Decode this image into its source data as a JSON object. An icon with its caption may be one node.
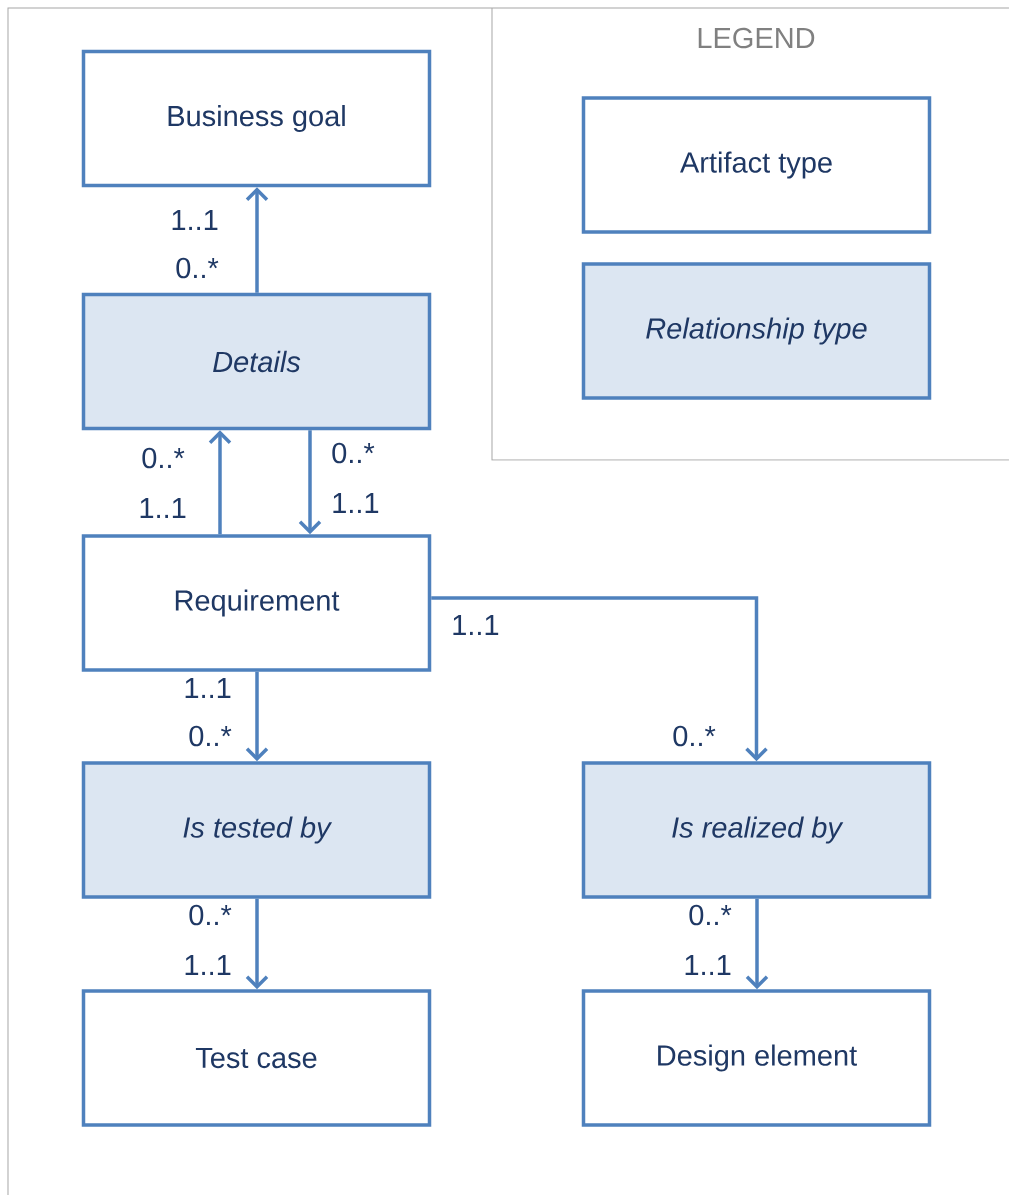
{
  "diagram": {
    "nodes": [
      {
        "text": [
          "Business goal"
        ]
      },
      {
        "text": [
          "Details"
        ]
      },
      {
        "text": [
          "Requirement"
        ]
      },
      {
        "text": [
          "Is tested by"
        ]
      },
      {
        "text": [
          "Is realized by"
        ]
      },
      {
        "text": [
          "Test case"
        ]
      },
      {
        "text": [
          "Design element"
        ]
      }
    ],
    "edges": [
      {
        "from": 1,
        "to": 0,
        "arrow": "to"
      },
      {
        "from": 2,
        "to": 1,
        "arrow": "to"
      },
      {
        "from": 1,
        "to": 2,
        "arrow": "to"
      },
      {
        "from": 2,
        "to": 4,
        "arrow": "to"
      },
      {
        "from": 2,
        "to": 3,
        "arrow": "to"
      },
      {
        "from": 3,
        "to": 5,
        "arrow": "to"
      },
      {
        "from": 4,
        "to": 6,
        "arrow": "to"
      }
    ],
    "labels": [
      "LEGEND",
      "1..1",
      "0..*",
      "0..*",
      "0..*",
      "1..1",
      "1..1",
      "1..1",
      "1..1",
      "0..*",
      "0..*",
      "0..*",
      "0..*",
      "1..1",
      "1..1"
    ],
    "legend": [
      {
        "text": "Artifact type"
      },
      {
        "text": "Relationship type",
        "color": "#dce6f2"
      }
    ]
  }
}
